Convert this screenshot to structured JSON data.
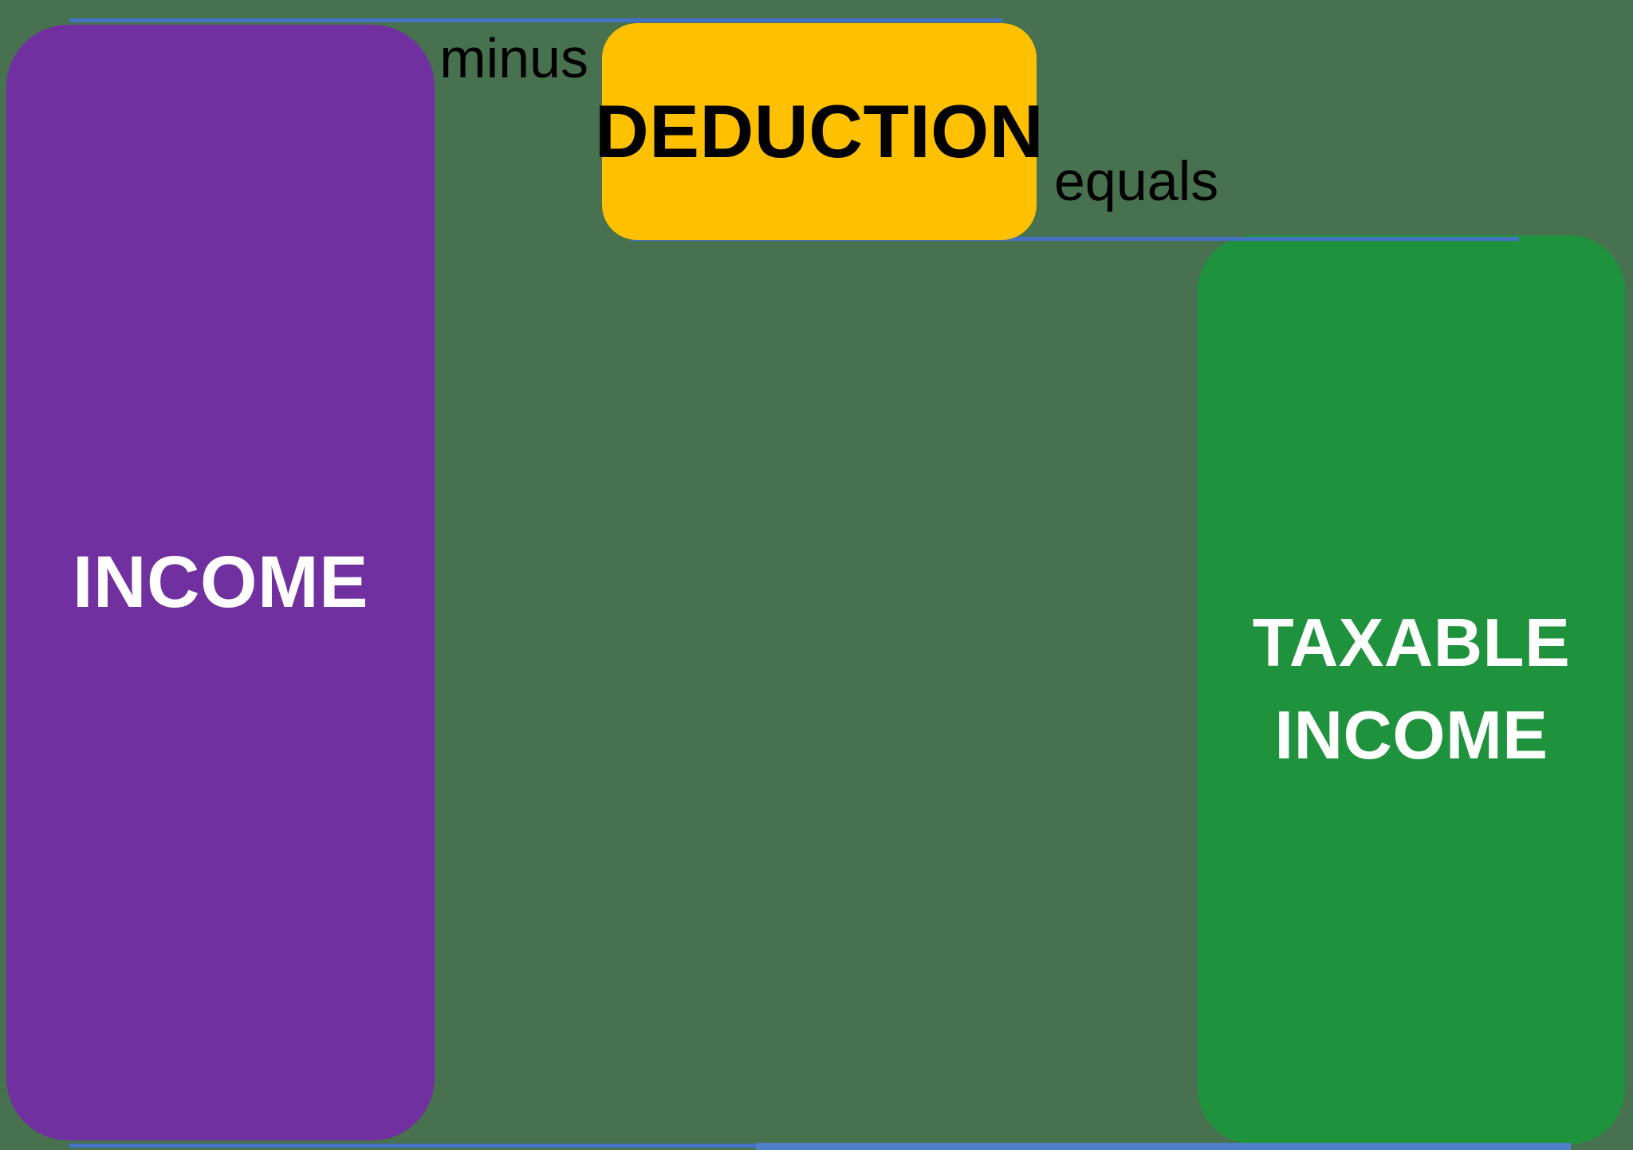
{
  "background_color": "#48714f",
  "income_box": {
    "label": "INCOME",
    "fill": "#7030a0",
    "text_color": "#ffffff"
  },
  "deduction_box": {
    "label": "DEDUCTION",
    "fill": "#ffc000",
    "text_color": "#000000"
  },
  "taxable_box": {
    "line1": "TAXABLE",
    "line2": "INCOME",
    "fill": "#1f923d",
    "text_color": "#ffffff"
  },
  "operator_minus": {
    "label": "minus",
    "text_color": "#000000"
  },
  "operator_equals": {
    "label": "equals",
    "text_color": "#000000"
  },
  "divider_lines": {
    "thin_color": "#4472c4",
    "thick_color": "#4e80c8"
  }
}
